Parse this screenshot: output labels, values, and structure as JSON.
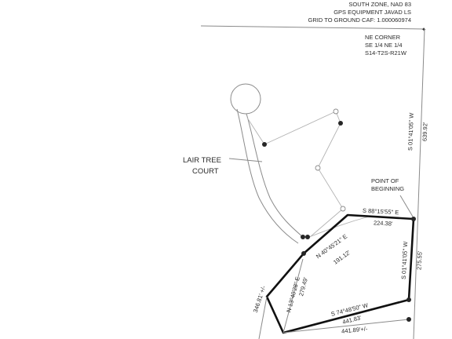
{
  "header": {
    "line1": "SOUTH ZONE, NAD 83",
    "line2": "GPS EQUIPMENT JAVAD LS",
    "line3": "GRID TO GROUND CAF: 1.000060974"
  },
  "corner_label": {
    "line1": "NE CORNER",
    "line2": "SE 1/4 NE 1/4",
    "line3": "S14-T2S-R21W"
  },
  "street_label": {
    "line1": "LAIR TREE",
    "line2": "COURT"
  },
  "pob_label": {
    "line1": "POINT OF",
    "line2": "BEGINNING"
  },
  "calls": {
    "east_line_bearing": "S 01°41'05\" W",
    "east_line_distance": "639.92'",
    "north_bearing": "S 88°15'55\" E",
    "north_distance": "224.38'",
    "east_bearing": "S 01°41'05\" W",
    "east_distance": "275.55'",
    "south_bearing": "S 74°48'50\" W",
    "south_distance": "441.83'",
    "south_overall_distance": "441.89'+/-",
    "nw_bearing": "N 40°45'21\" E",
    "nw_distance": "191.12'",
    "west_bearing": "N 13°40'28\" E",
    "west_distance": "279.49'",
    "west_overall_distance": "346.81' +/-"
  },
  "colors": {
    "boundary": "#111111",
    "linework": "#8a8a8a",
    "text": "#2a2a2a",
    "background": "#ffffff"
  }
}
